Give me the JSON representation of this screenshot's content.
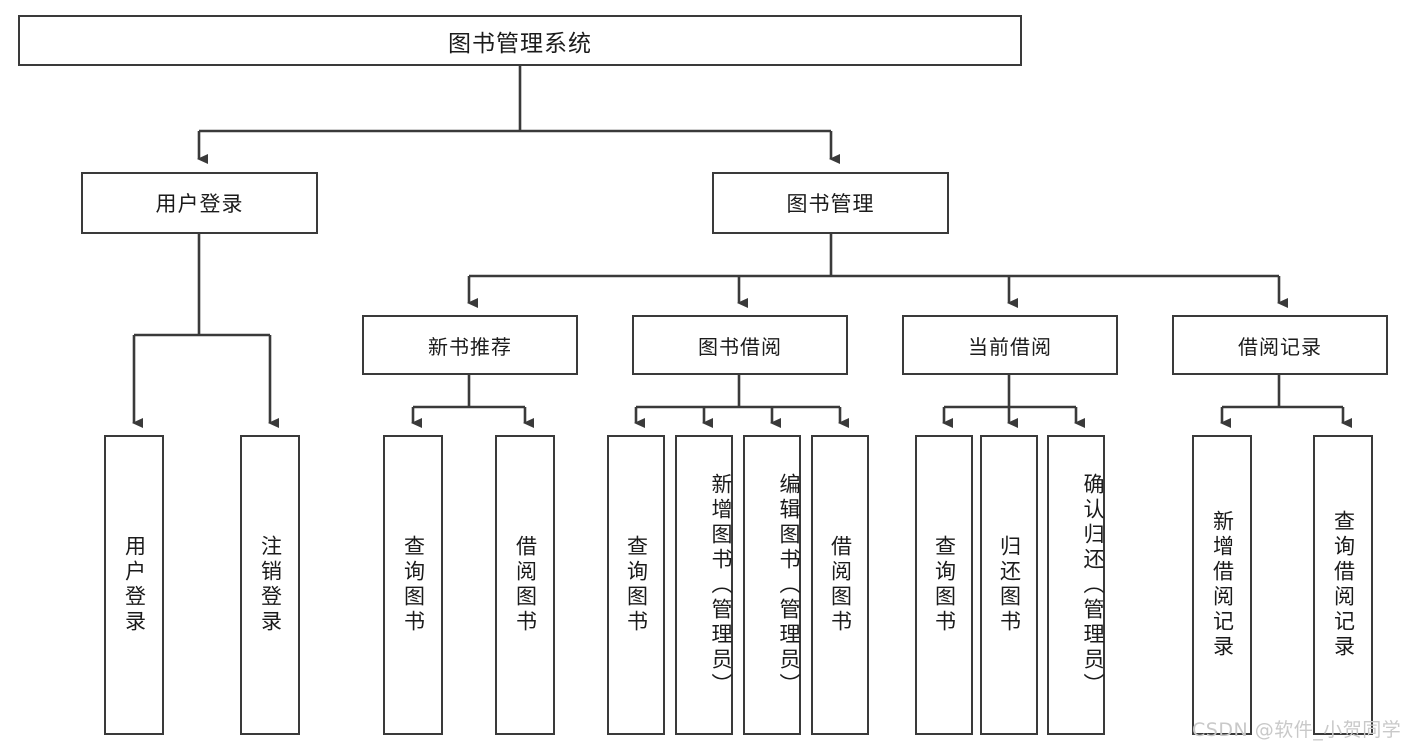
{
  "diagram": {
    "title": "图书管理系统",
    "type": "tree-hierarchy",
    "root": {
      "label": "图书管理系统",
      "children": [
        {
          "label": "用户登录",
          "children": [
            {
              "label": "用户登录"
            },
            {
              "label": "注销登录"
            }
          ]
        },
        {
          "label": "图书管理",
          "children": [
            {
              "label": "新书推荐",
              "children": [
                {
                  "label": "查询图书"
                },
                {
                  "label": "借阅图书"
                }
              ]
            },
            {
              "label": "图书借阅",
              "children": [
                {
                  "label": "查询图书"
                },
                {
                  "label": "新增图书（管理员）"
                },
                {
                  "label": "编辑图书（管理员）"
                },
                {
                  "label": "借阅图书"
                }
              ]
            },
            {
              "label": "当前借阅",
              "children": [
                {
                  "label": "查询图书"
                },
                {
                  "label": "归还图书"
                },
                {
                  "label": "确认归还（管理员）"
                }
              ]
            },
            {
              "label": "借阅记录",
              "children": [
                {
                  "label": "新增借阅记录"
                },
                {
                  "label": "查询借阅记录"
                }
              ]
            }
          ]
        }
      ]
    }
  },
  "nodes": {
    "root": "图书管理系统",
    "user_login": "用户登录",
    "book_manage": "图书管理",
    "new_book_rec": "新书推荐",
    "book_borrow": "图书借阅",
    "current_borrow": "当前借阅",
    "borrow_record": "借阅记录",
    "leaf_user_login": "用户登录",
    "leaf_logout": "注销登录",
    "leaf_query_book_1": "查询图书",
    "leaf_borrow_book_1": "借阅图书",
    "leaf_query_book_2": "查询图书",
    "leaf_add_book_admin": "新增图书（管理员）",
    "leaf_edit_book_admin": "编辑图书（管理员）",
    "leaf_borrow_book_2": "借阅图书",
    "leaf_query_book_3": "查询图书",
    "leaf_return_book": "归还图书",
    "leaf_confirm_return_admin": "确认归还（管理员）",
    "leaf_add_record": "新增借阅记录",
    "leaf_query_record": "查询借阅记录"
  },
  "watermark": {
    "text": "CSDN @软件_小贺同学",
    "color": "#c9c9c9"
  },
  "style": {
    "border_color": "#3a3a3a",
    "background": "#ffffff",
    "text_color": "#1b1b1b",
    "edge_color": "#3a3a3a"
  }
}
